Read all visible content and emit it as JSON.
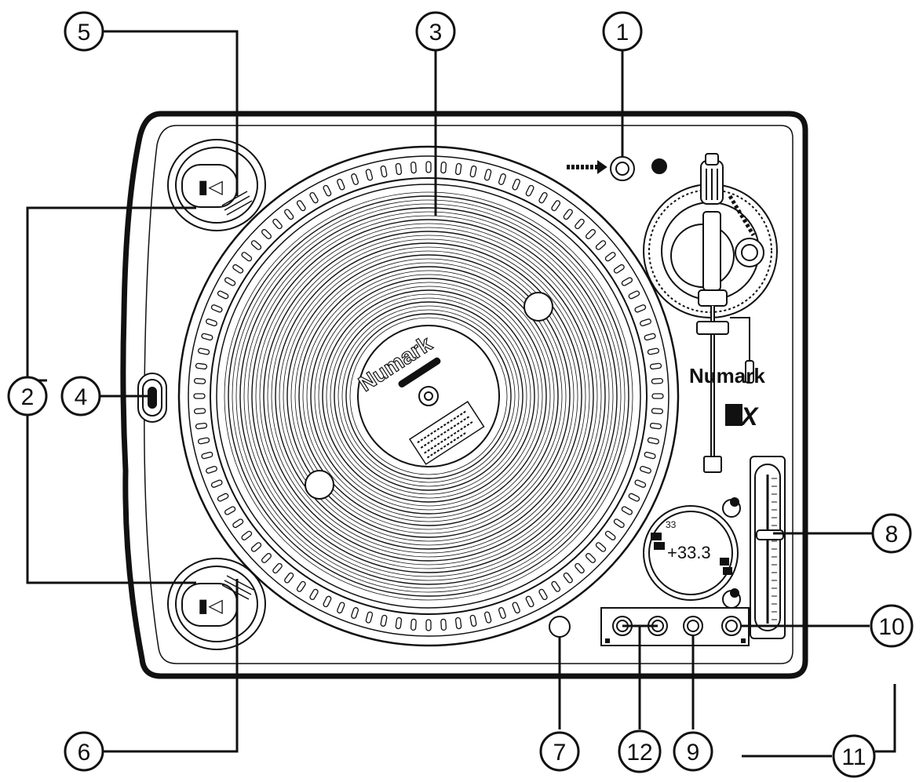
{
  "diagram": {
    "callouts": [
      {
        "id": "1",
        "label": "1"
      },
      {
        "id": "2",
        "label": "2"
      },
      {
        "id": "3",
        "label": "3"
      },
      {
        "id": "4",
        "label": "4"
      },
      {
        "id": "5",
        "label": "5"
      },
      {
        "id": "6",
        "label": "6"
      },
      {
        "id": "7",
        "label": "7"
      },
      {
        "id": "8",
        "label": "8"
      },
      {
        "id": "9",
        "label": "9"
      },
      {
        "id": "10",
        "label": "10"
      },
      {
        "id": "11",
        "label": "11"
      },
      {
        "id": "12",
        "label": "12"
      }
    ],
    "device": {
      "brand_label": "Numark",
      "platter_label_brand": "Numark",
      "model_badge": "X",
      "pitch_display": "+33.3"
    }
  },
  "colors": {
    "ink": "#111111",
    "paper": "#ffffff",
    "fill_light": "#f4f4f4"
  }
}
